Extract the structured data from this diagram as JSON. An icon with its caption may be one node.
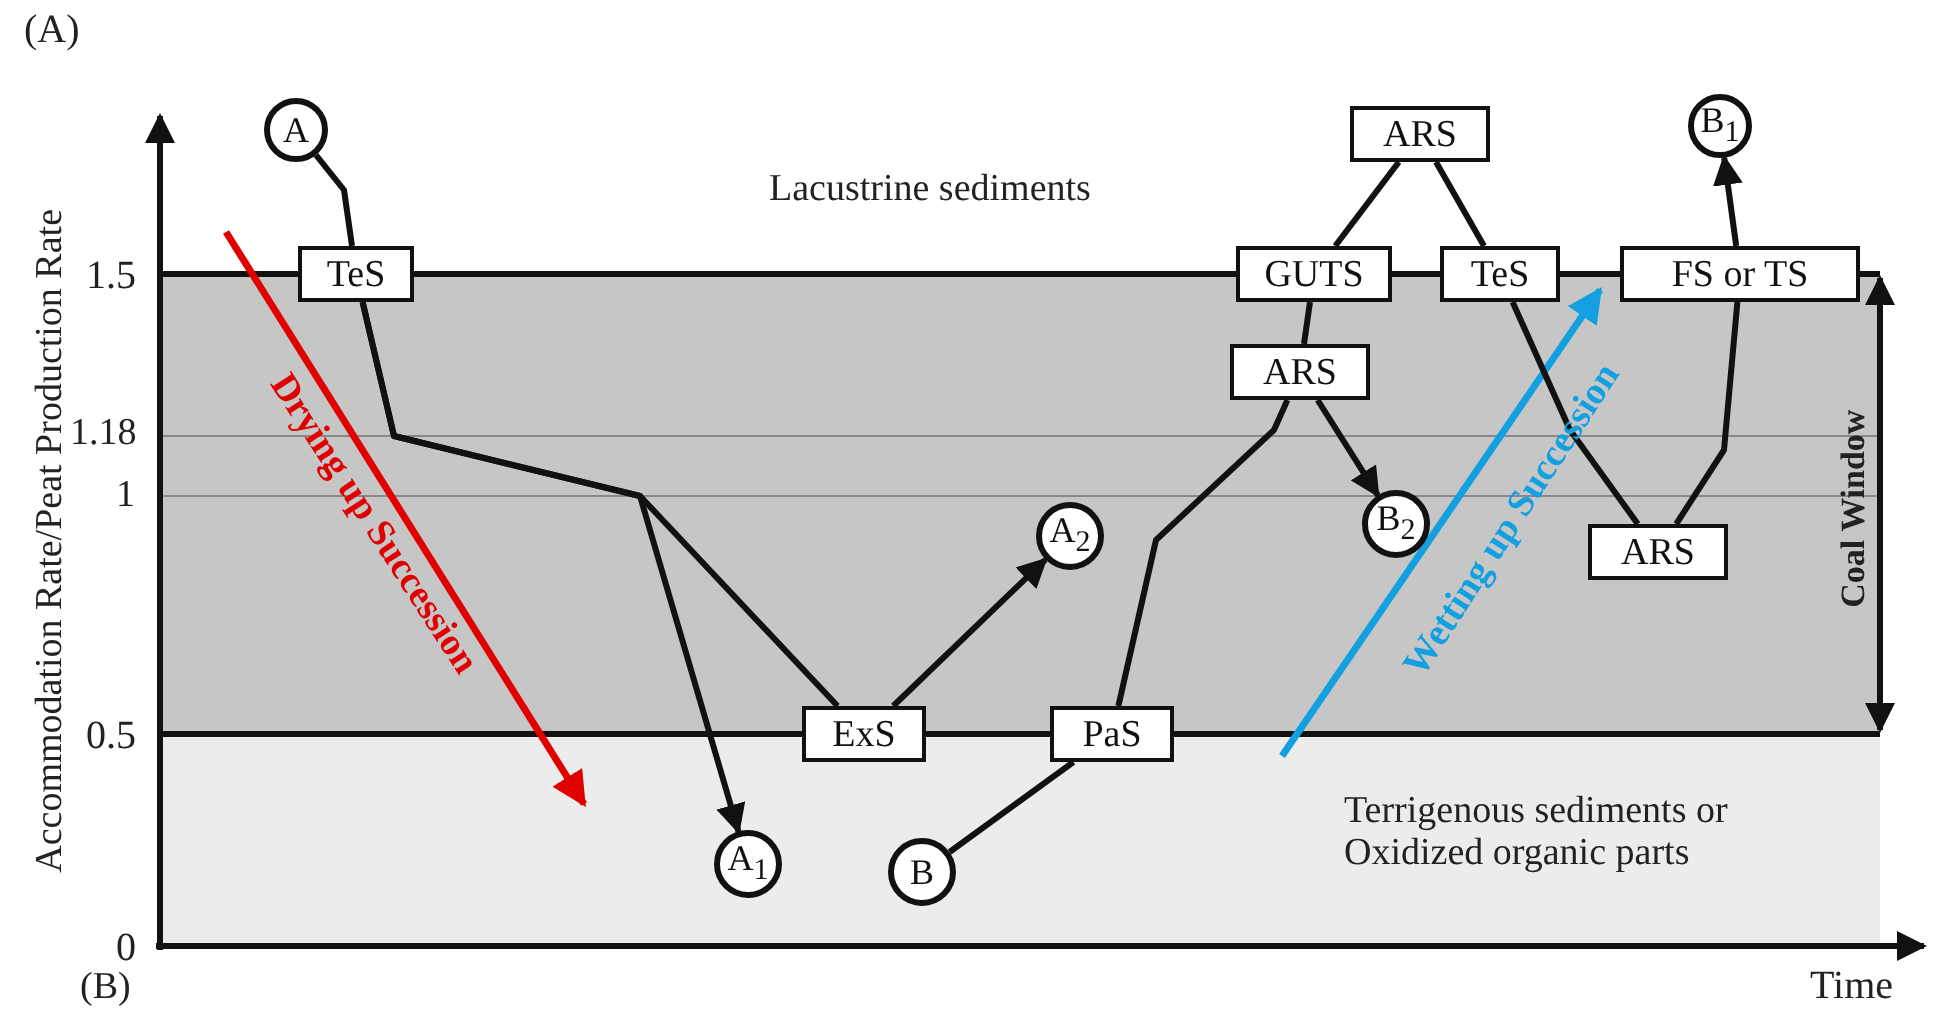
{
  "diagram": {
    "nodes": [
      {
        "text": [
          "A"
        ]
      },
      {
        "text": [
          "TeS"
        ]
      },
      {
        "text": [
          "ExS"
        ]
      },
      {
        "text": [
          "A$_{1}$"
        ]
      },
      {
        "text": [
          "A$_{2}$"
        ]
      },
      {
        "text": [
          "B"
        ]
      },
      {
        "text": [
          "PaS"
        ]
      },
      {
        "text": [
          "ARS"
        ]
      },
      {
        "text": [
          "B$_{2}$"
        ]
      },
      {
        "text": [
          "GUTS"
        ]
      },
      {
        "text": [
          "ARS"
        ]
      },
      {
        "text": [
          "TeS"
        ]
      },
      {
        "text": [
          "ARS"
        ]
      },
      {
        "text": [
          "FS or TS"
        ]
      },
      {
        "text": [
          "B$_{1}$"
        ]
      }
    ],
    "edges": [
      {
        "from": 0,
        "to": 1,
        "arrow": "none"
      },
      {
        "from": 1,
        "to": 3,
        "arrow": "to"
      },
      {
        "from": 1,
        "to": 2,
        "arrow": "none"
      },
      {
        "from": 2,
        "to": 4,
        "arrow": "to"
      },
      {
        "from": 5,
        "to": 6,
        "arrow": "none"
      },
      {
        "from": 6,
        "to": 7,
        "arrow": "none"
      },
      {
        "from": 7,
        "to": 8,
        "arrow": "to"
      },
      {
        "from": 7,
        "to": 9,
        "arrow": "none"
      },
      {
        "from": 9,
        "to": 10,
        "arrow": "none"
      },
      {
        "from": 10,
        "to": 11,
        "arrow": "none"
      },
      {
        "from": 11,
        "to": 12,
        "arrow": "none"
      },
      {
        "from": 12,
        "to": 13,
        "arrow": "none"
      },
      {
        "from": 13,
        "to": 14,
        "arrow": "to"
      }
    ],
    "labels": [
      "(A)",
      "Accommodation Rate/Peat Production Rate",
      "1.5",
      "1.18",
      "1",
      "0.5",
      "0",
      "Lacustrine sediments",
      "Drying up Succession",
      "Wetting up Succession",
      "Coal Window",
      "Terrigenous sediments or Oxidized organic parts",
      "Time",
      "(B)"
    ]
  }
}
